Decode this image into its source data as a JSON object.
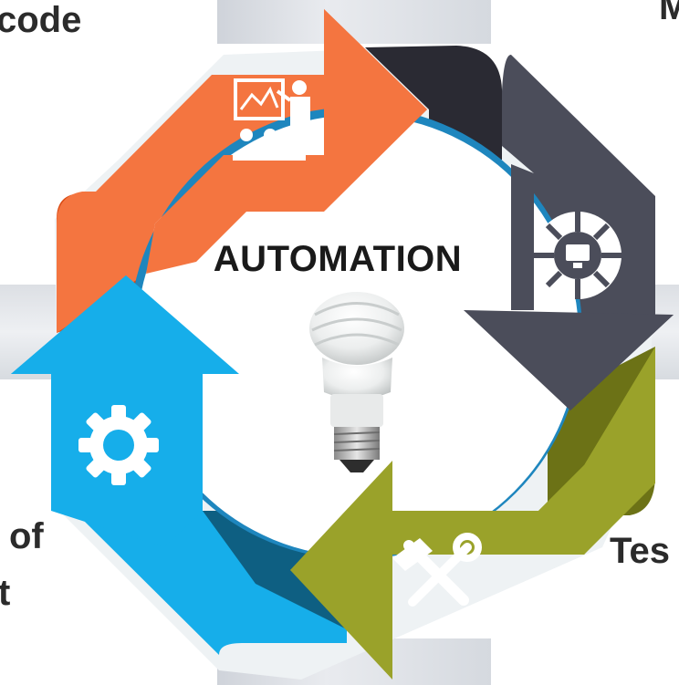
{
  "labels": {
    "top_left": "code",
    "top_right": "M",
    "left_line1": "of",
    "left_line2": "t",
    "right": "Tes",
    "center": "AUTOMATION"
  },
  "colors": {
    "orange": "#F47540",
    "orange_dark": "#D94A12",
    "charcoal": "#4B4D5A",
    "charcoal_dark": "#2A2A33",
    "olive": "#9AA22A",
    "olive_dark": "#6C7216",
    "blue": "#16AEEA",
    "blue_dark": "#0E5F82",
    "ring": "#1E86BE"
  },
  "icons": [
    "presentation-icon",
    "computer-network-icon",
    "tools-icon",
    "gear-icon",
    "light-bulb-icon"
  ]
}
